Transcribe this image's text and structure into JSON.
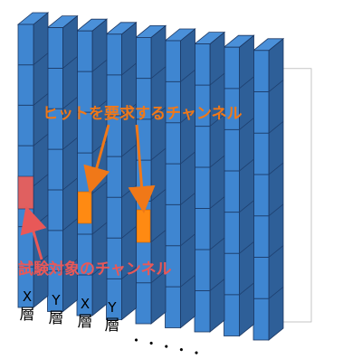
{
  "colors": {
    "slab_front": "#3F86D1",
    "slab_side": "#2E5F98",
    "slab_top": "#4A90D9",
    "slab_edge": "#1A3560",
    "cell_divider": "#1E4070",
    "hit_channel": "#FF8A12",
    "test_channel": "#E06060",
    "annotation_orange": "#F07818",
    "annotation_red": "#E85858",
    "outline": "#B8B8B8"
  },
  "labels": {
    "hit_required": "ヒットを要求するチャンネル",
    "test_target": "試験対象のチャンネル",
    "layer_names": [
      {
        "axis": "X",
        "word": "層"
      },
      {
        "axis": "Y",
        "word": "層"
      },
      {
        "axis": "X",
        "word": "層"
      },
      {
        "axis": "Y",
        "word": "層"
      }
    ],
    "ellipsis": "・・・・・"
  },
  "icons": {
    "arrow": "arrow-icon"
  }
}
